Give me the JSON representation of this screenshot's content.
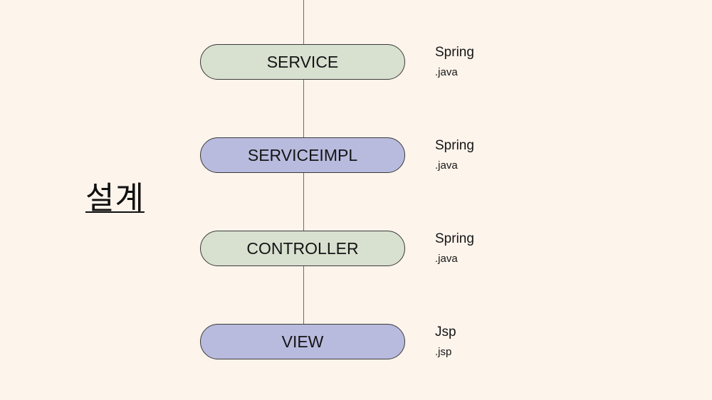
{
  "title": "설계",
  "layers": [
    {
      "label": "SERVICE",
      "tech": "Spring",
      "ext": ".java",
      "color": "#d8e0cf"
    },
    {
      "label": "SERVICEIMPL",
      "tech": "Spring",
      "ext": ".java",
      "color": "#b8bbde"
    },
    {
      "label": "CONTROLLER",
      "tech": "Spring",
      "ext": ".java",
      "color": "#d8e0cf"
    },
    {
      "label": "VIEW",
      "tech": "Jsp",
      "ext": ".jsp",
      "color": "#b8bbde"
    }
  ],
  "colors": {
    "background": "#fdf4ec",
    "line": "#6f6a64"
  }
}
